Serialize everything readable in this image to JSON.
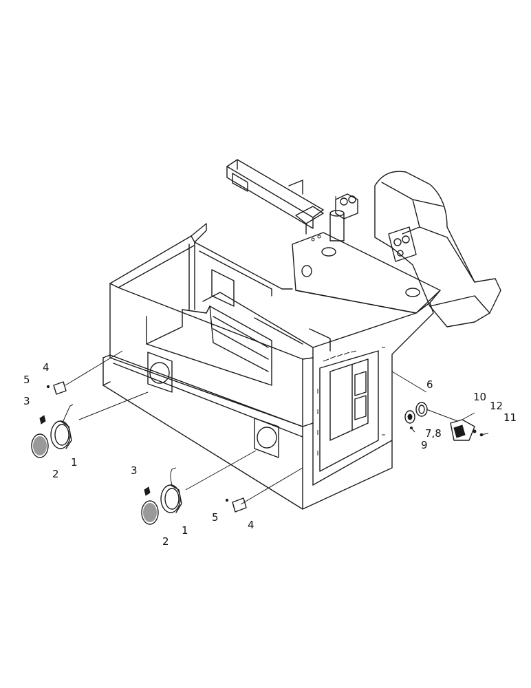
{
  "diagram": {
    "callouts": {
      "c1a": "1",
      "c2a": "2",
      "c3a": "3",
      "c4a": "4",
      "c5a": "5",
      "c1b": "1",
      "c2b": "2",
      "c3b": "3",
      "c4b": "4",
      "c5b": "5",
      "c6": "6",
      "c78": "7,8",
      "c9": "9",
      "c10": "10",
      "c11": "11",
      "c12": "12"
    },
    "ink_color": "#1a1a1a",
    "paper_color": "#ffffff"
  }
}
